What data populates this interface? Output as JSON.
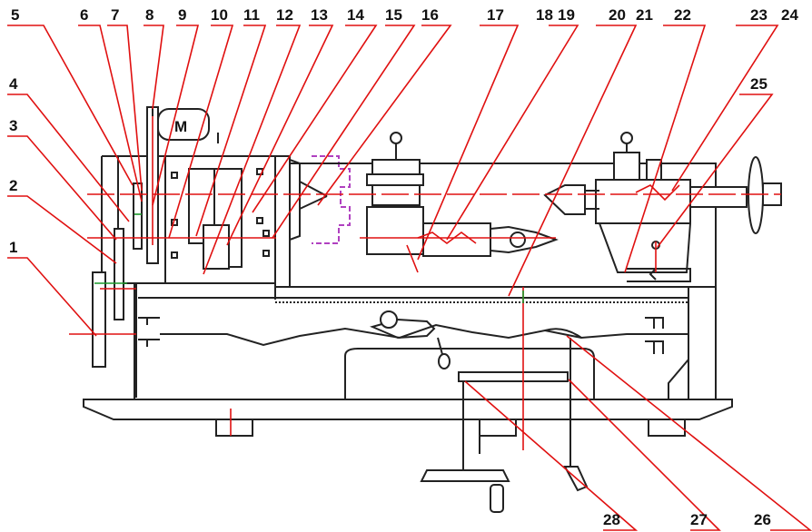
{
  "callouts": [
    "1",
    "2",
    "3",
    "4",
    "5",
    "6",
    "7",
    "8",
    "9",
    "10",
    "11",
    "12",
    "13",
    "14",
    "15",
    "16",
    "17",
    "18",
    "19",
    "20",
    "21",
    "22",
    "23",
    "24",
    "25",
    "26",
    "27",
    "28"
  ],
  "motor_label": "M",
  "colors": {
    "leader": "#e01010",
    "outline": "#222222",
    "chuck": "#b040c0",
    "gear_mark": "#1a9a2a"
  }
}
